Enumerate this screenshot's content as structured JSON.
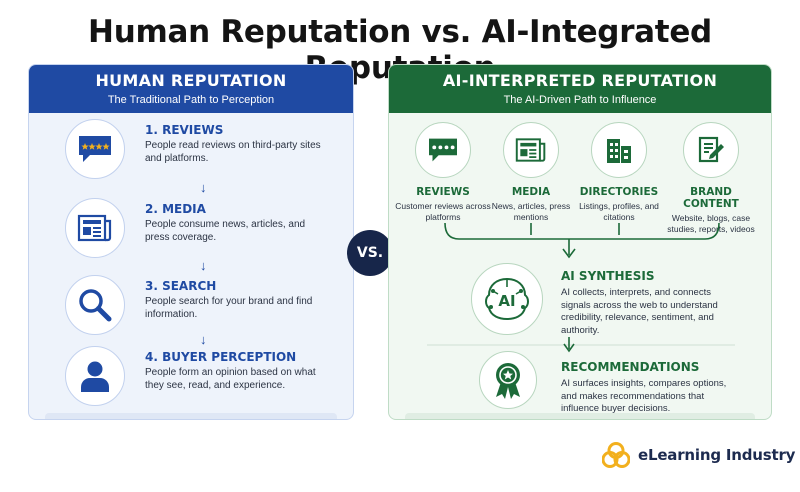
{
  "title": "Human Reputation vs. AI-Integrated Reputation",
  "left": {
    "title": "HUMAN REPUTATION",
    "subtitle": "The Traditional Path to Perception",
    "steps": [
      {
        "title": "1. REVIEWS",
        "desc": "People read reviews on third-party sites and platforms.",
        "icon": "review-bubble-icon"
      },
      {
        "title": "2. MEDIA",
        "desc": "People consume news, articles, and press coverage.",
        "icon": "newspaper-icon"
      },
      {
        "title": "3. SEARCH",
        "desc": "People search for your brand and find information.",
        "icon": "magnifier-icon"
      },
      {
        "title": "4. BUYER PERCEPTION",
        "desc": "People form an opinion based on what they see, read, and experience.",
        "icon": "person-icon"
      }
    ]
  },
  "vs": "VS.",
  "right": {
    "title": "AI-INTERPRETED REPUTATION",
    "subtitle": "The AI-Driven Path to Influence",
    "sources": [
      {
        "title": "REVIEWS",
        "desc": "Customer reviews across platforms",
        "icon": "review-bubble-icon"
      },
      {
        "title": "MEDIA",
        "desc": "News, articles, press mentions",
        "icon": "newspaper-icon"
      },
      {
        "title": "DIRECTORIES",
        "desc": "Listings, profiles, and citations",
        "icon": "buildings-icon"
      },
      {
        "title": "BRAND CONTENT",
        "desc": "Website, blogs, case studies, reports, videos",
        "icon": "document-pen-icon"
      }
    ],
    "synthesis": {
      "title": "AI SYNTHESIS",
      "desc": "AI collects, interprets, and connects signals across the web to understand credibility, relevance, sentiment, and authority.",
      "icon": "ai-brain-icon",
      "icon_label": "AI"
    },
    "recommendations": {
      "title": "RECOMMENDATIONS",
      "desc": "AI surfaces insights, compares options, and makes recommendations that influence buyer decisions.",
      "icon": "award-ribbon-icon"
    }
  },
  "brand": {
    "name": "eLearning Industry",
    "icon": "elearning-industry-logo-icon"
  },
  "colors": {
    "human_blue": "#1f4aa3",
    "ai_green": "#1c6a39",
    "vs_navy": "#17264a",
    "accent_gold": "#f2b01e"
  }
}
